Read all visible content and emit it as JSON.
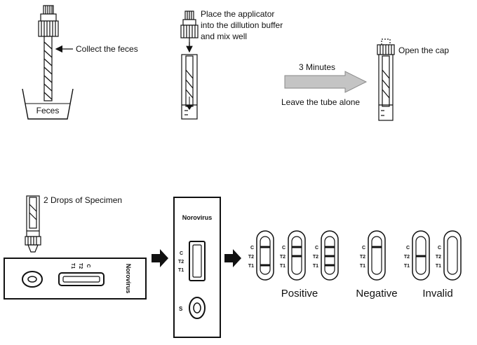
{
  "step1": {
    "collect_label": "Collect the feces",
    "cup_label": "Feces"
  },
  "step2": {
    "instruction_lines": [
      "Place the applicator",
      "into the dillution buffer",
      "and mix well"
    ]
  },
  "wait": {
    "time_label": "3 Minutes",
    "instruction": "Leave the tube alone"
  },
  "step3": {
    "open_label": "Open the cap"
  },
  "step4": {
    "drops_label": "2 Drops of Specimen",
    "cassette_name": "Norovirus",
    "band_labels": [
      "C",
      "T2",
      "T1"
    ],
    "sample_well_label": "S"
  },
  "results": {
    "labels": {
      "positive": "Positive",
      "negative": "Negative",
      "invalid": "Invalid"
    },
    "cards": [
      {
        "group": "positive",
        "bands": [
          "C",
          "T1"
        ]
      },
      {
        "group": "positive",
        "bands": [
          "C",
          "T2"
        ]
      },
      {
        "group": "positive",
        "bands": [
          "C",
          "T2",
          "T1"
        ]
      },
      {
        "group": "negative",
        "bands": [
          "C"
        ]
      },
      {
        "group": "invalid",
        "bands": [
          "T2"
        ]
      },
      {
        "group": "invalid",
        "bands": []
      }
    ]
  },
  "colors": {
    "ink": "#111111",
    "arrow_gray": "#bdbdbd"
  }
}
